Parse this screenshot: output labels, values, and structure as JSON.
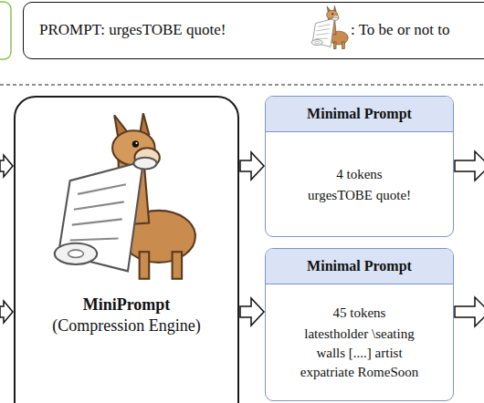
{
  "diagram": {
    "nodes": [
      {
        "text": [
          "PROMPT: urgesTOBE quote!",
          ": To be or not to"
        ]
      },
      {
        "text": [
          "MiniPrompt",
          "(Compression Engine)"
        ]
      },
      {
        "text": [
          "Minimal Prompt",
          "4 tokens",
          "urgesTOBE quote!"
        ]
      },
      {
        "text": [
          "Minimal Prompt",
          "45 tokens",
          "latestholder \\seating walls [....] artist expatriate RomeSoon"
        ]
      }
    ],
    "edges": [
      {
        "from": 1,
        "to": 2,
        "arrow": "to"
      },
      {
        "from": 1,
        "to": 3,
        "arrow": "to"
      }
    ]
  }
}
